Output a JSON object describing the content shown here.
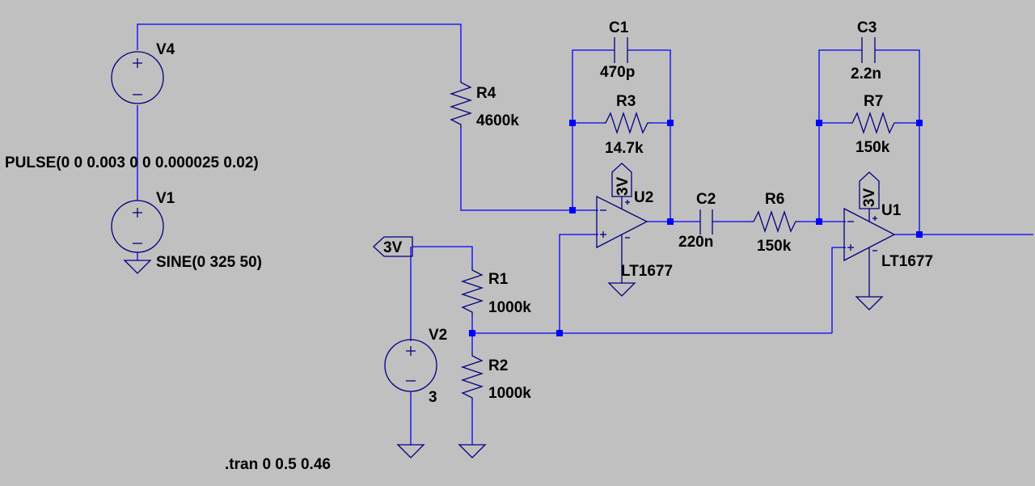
{
  "components": {
    "v4": {
      "name": "V4"
    },
    "pulse": {
      "value": "PULSE(0 0 0.003 0 0 0.000025 0.02)"
    },
    "v1": {
      "name": "V1",
      "value": "SINE(0 325 50)"
    },
    "r4": {
      "name": "R4",
      "value": "4600k"
    },
    "c1": {
      "name": "C1",
      "value": "470p"
    },
    "r3": {
      "name": "R3",
      "value": "14.7k"
    },
    "u2": {
      "name": "U2",
      "model": "LT1677",
      "supply": "3V"
    },
    "c2": {
      "name": "C2",
      "value": "220n"
    },
    "r6": {
      "name": "R6",
      "value": "150k"
    },
    "c3": {
      "name": "C3",
      "value": "2.2n"
    },
    "r7": {
      "name": "R7",
      "value": "150k"
    },
    "u1": {
      "name": "U1",
      "model": "LT1677",
      "supply": "3V"
    },
    "r1": {
      "name": "R1",
      "value": "1000k"
    },
    "r2": {
      "name": "R2",
      "value": "1000k"
    },
    "v2": {
      "name": "V2",
      "value": "3"
    },
    "flag_3v": {
      "label": "3V"
    }
  },
  "directive": {
    "text": ".tran 0 0.5 0.46"
  },
  "colors": {
    "background": "#c0c0c0",
    "wire": "#0000ff",
    "symbol": "#000080",
    "text": "#000000"
  }
}
